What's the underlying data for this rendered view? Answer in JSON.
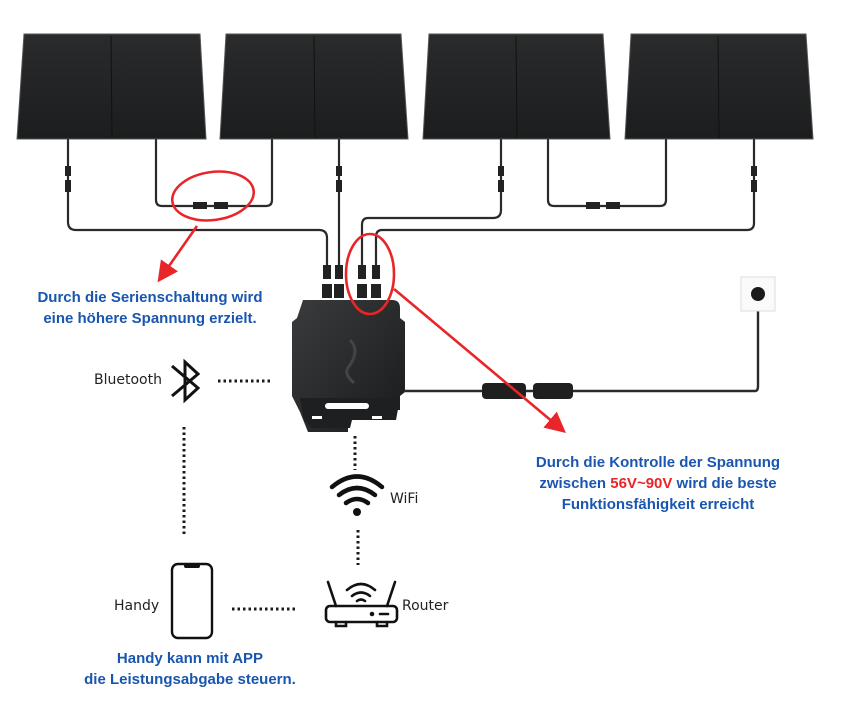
{
  "diagram": {
    "panels": [
      {
        "name": "solar-panel-1"
      },
      {
        "name": "solar-panel-2"
      },
      {
        "name": "solar-panel-3"
      },
      {
        "name": "solar-panel-4"
      }
    ],
    "devices": {
      "inverter": "microinverter",
      "socket": "wall-socket"
    },
    "labels": {
      "bluetooth": "Bluetooth",
      "wifi": "WiFi",
      "handy": "Handy",
      "router": "Router"
    },
    "notes": {
      "series": {
        "line1": "Durch die Serienschaltung wird",
        "line2": "eine höhere Spannung erzielt."
      },
      "voltage": {
        "line1": "Durch die Kontrolle der Spannung",
        "line2_pre": "zwischen ",
        "line2_highlight": "56V~90V",
        "line2_post": " wird die beste",
        "line3": "Funktionsfähigkeit erreicht"
      },
      "app": {
        "line1": "Handy kann mit APP",
        "line2": "die Leistungsabgabe steuern."
      }
    },
    "colors": {
      "note_text": "#1a56b0",
      "highlight": "#e8262a",
      "annotation": "#e8262a",
      "panel": "#1f2021",
      "cable": "#2a2a2a"
    },
    "icons": [
      "bluetooth-icon",
      "wifi-icon",
      "phone-icon",
      "router-icon"
    ]
  }
}
